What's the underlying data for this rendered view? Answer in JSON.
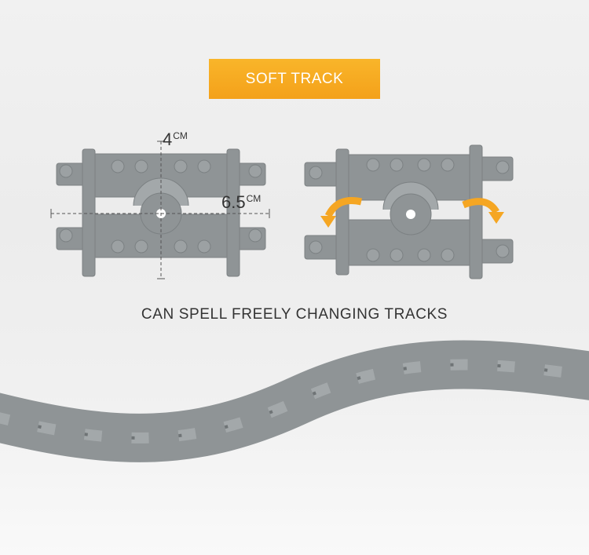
{
  "banner": {
    "label": "SOFT TRACK"
  },
  "dimensions": {
    "width_value": "4",
    "width_unit": "CM",
    "length_value": "6.5",
    "length_unit": "CM"
  },
  "caption": "CAN SPELL FREELY CHANGING TRACKS",
  "colors": {
    "banner": "#f6a822",
    "track": "#8f9496",
    "arrow": "#f5a623"
  }
}
